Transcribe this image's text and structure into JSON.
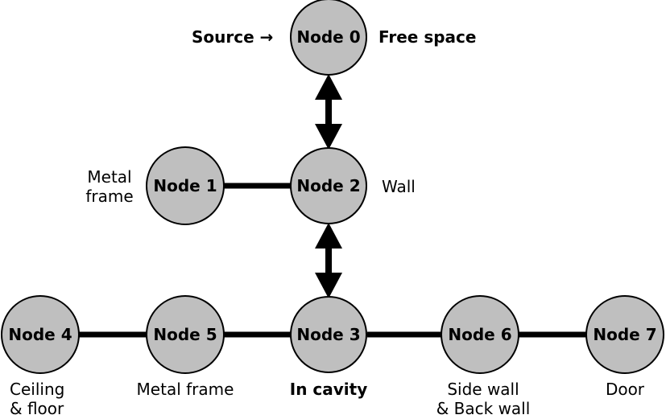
{
  "nodes": {
    "n0": "Node 0",
    "n1": "Node 1",
    "n2": "Node 2",
    "n3": "Node 3",
    "n4": "Node 4",
    "n5": "Node 5",
    "n6": "Node 6",
    "n7": "Node 7"
  },
  "labels": {
    "source": "Source",
    "source_arrow": "→",
    "free_space": "Free space",
    "metal_frame_1_line1": "Metal",
    "metal_frame_1_line2": "frame",
    "wall": "Wall",
    "ceiling_line1": "Ceiling",
    "ceiling_line2": "& floor",
    "metal_frame_5": "Metal frame",
    "in_cavity": "In cavity",
    "side_wall_line1": "Side wall",
    "side_wall_line2": "& Back wall",
    "door": "Door"
  },
  "colors": {
    "node_fill": "#bfbfbf",
    "line": "#000000"
  }
}
